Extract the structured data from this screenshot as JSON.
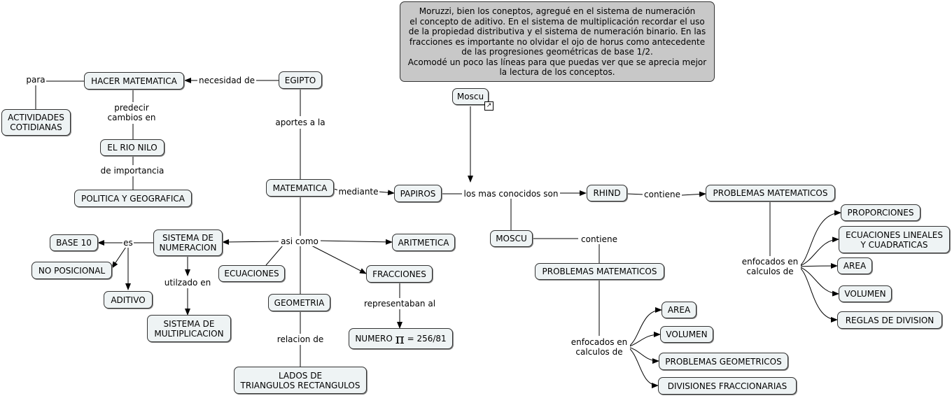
{
  "note": "Moruzzi, bien los coneptos, agregué en el sistema de numeración\nel concepto de aditivo.  En el sistema de multiplicación  recordar el uso\nde la propiedad distributiva y el sistema de numeración binario.  En las\nfracciones es importante no olvidar el ojo de horus como  antecedente\nde las progresiones geométricas de base 1/2.\nAcomodé un poco las líneas para que puedas ver que se aprecia mejor\nla lectura de los conceptos.",
  "concepts": {
    "egipto": "EGIPTO",
    "hacer_matematica": "HACER MATEMATICA",
    "actividades": "ACTIVIDADES\nCOTIDIANAS",
    "rio_nilo": "EL RIO NILO",
    "politica": "POLITICA Y GEOGRAFICA",
    "matematica": "MATEMATICA",
    "papiros": "PAPIROS",
    "rhind": "RHIND",
    "problemas_rhind": "PROBLEMAS MATEMATICOS",
    "proporciones": "PROPORCIONES",
    "ecuaciones_lin": "ECUACIONES LINEALES\nY CUADRATICAS",
    "area_r": "AREA",
    "volumen_r": "VOLUMEN",
    "reglas": "REGLAS DE DIVISION",
    "moscu_link": "Moscu",
    "moscu": "MOSCU",
    "problemas_moscu": "PROBLEMAS MATEMATICOS",
    "area_m": "AREA",
    "volumen_m": "VOLUMEN",
    "prob_geo": "PROBLEMAS GEOMETRICOS",
    "div_frac": "DIVISIONES FRACCIONARIAS",
    "sistema_num": "SISTEMA DE\nNUMERACION",
    "base10": "BASE 10",
    "no_posicional": "NO POSICIONAL",
    "aditivo": "ADITIVO",
    "sistema_mult": "SISTEMA DE\nMULTIPLICACION",
    "ecuaciones": "ECUACIONES",
    "geometria": "GEOMETRIA",
    "lados": "LADOS DE\nTRIANGULOS RECTANGULOS",
    "aritmetica": "ARITMETICA",
    "fracciones": "FRACCIONES",
    "numero_pre": "NUMERO ",
    "numero_pi": "π",
    "numero_post": " = 256/81"
  },
  "links": {
    "para": "para",
    "necesidad": "necesidad de",
    "predecir": "predecir\ncambios en",
    "importancia": "de importancia",
    "aportes": "aportes a la",
    "mediante": "mediante",
    "conocidos": "los mas conocidos son",
    "contiene_r": "contiene",
    "enfocados_r": "enfocados en\ncalculos de",
    "contiene_m": "contiene",
    "enfocados_m": "enfocados en\ncalculos de",
    "asi_como": "asi como",
    "es": "es",
    "utilizado": "utilzado en",
    "relacion": "relacion de",
    "representaban": "representaban al"
  },
  "colors": {
    "node_fill": "#eef3f4",
    "note_fill": "#c8c8c8",
    "line": "#000000"
  }
}
